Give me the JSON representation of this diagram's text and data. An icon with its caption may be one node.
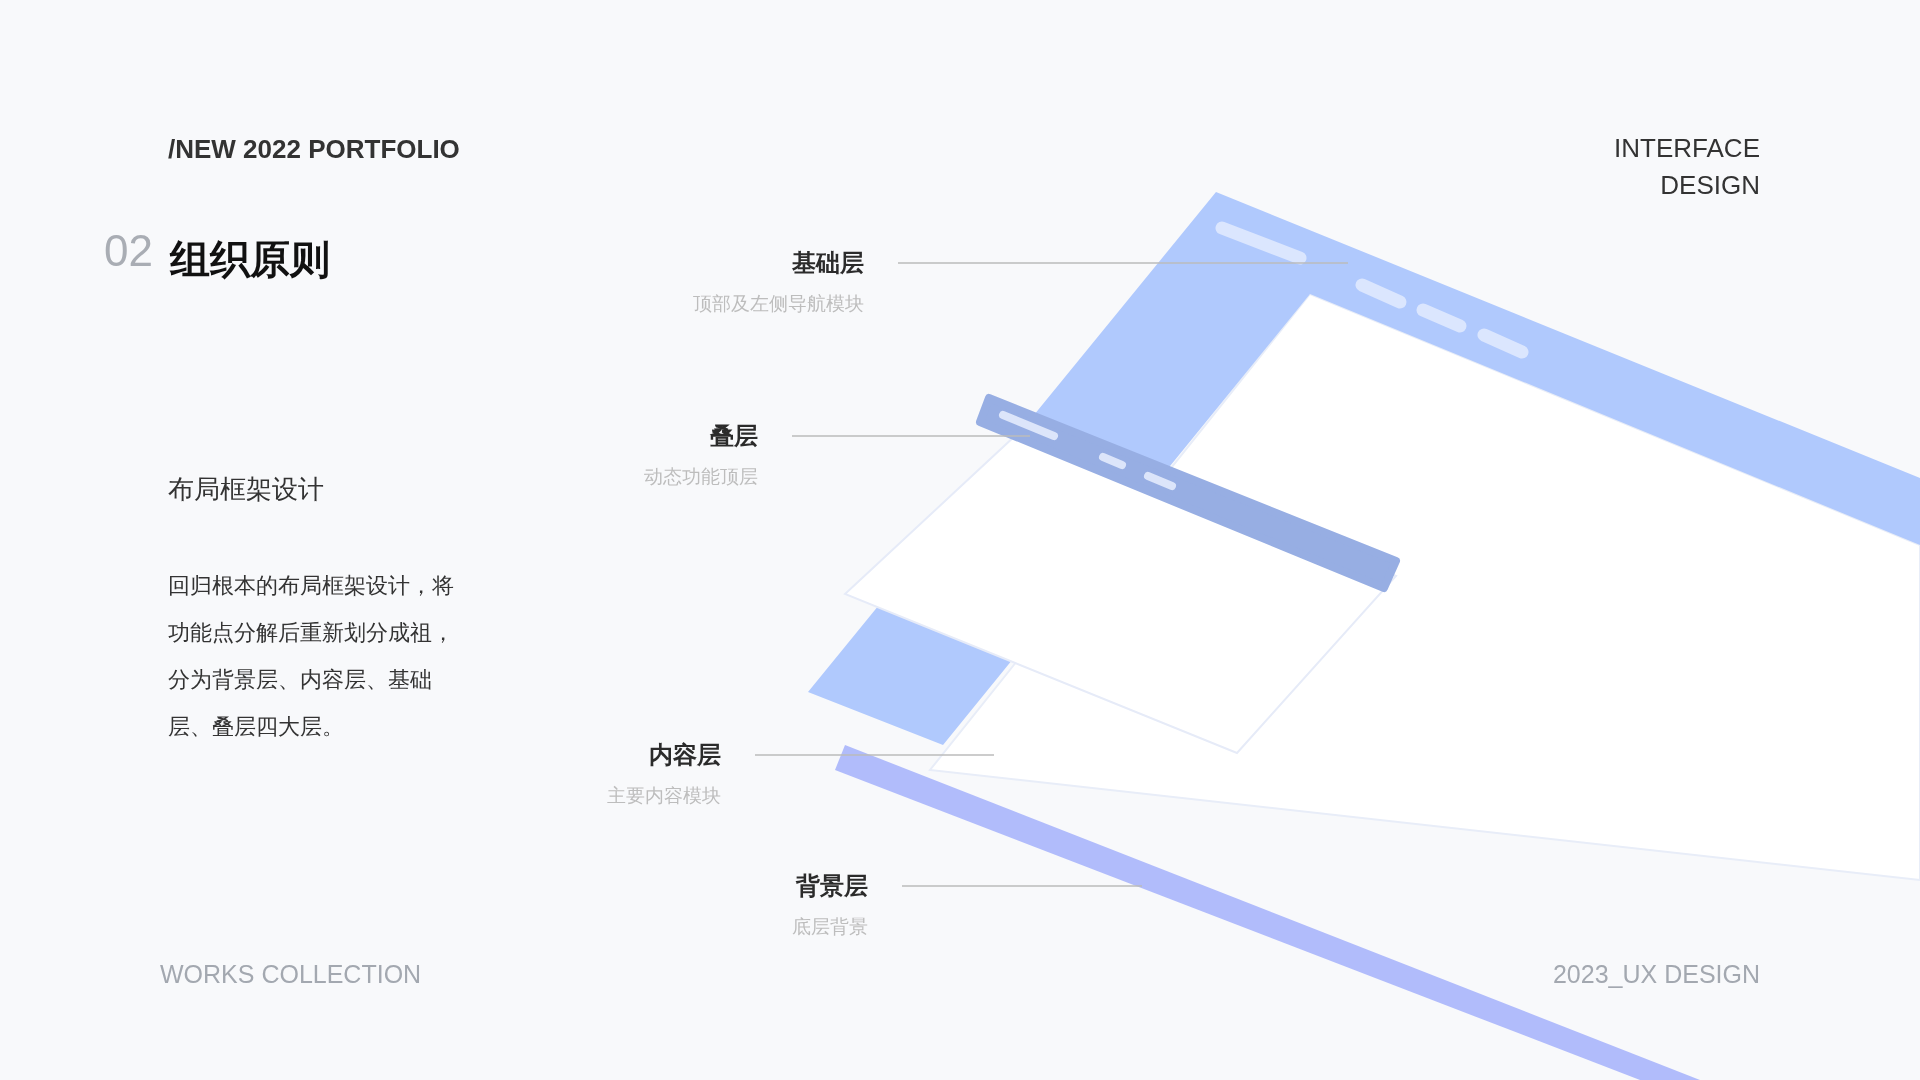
{
  "diagram": {
    "title": "组织原则",
    "nodes": [
      {
        "text": [
          "基础层",
          "顶部及左侧导航模块"
        ]
      },
      {
        "text": [
          "叠层",
          "动态功能顶层"
        ]
      },
      {
        "text": [
          "内容层",
          "主要内容模块"
        ]
      },
      {
        "text": [
          "背景层",
          "底层背景"
        ]
      },
      {
        "text": [],
        "shape": "picture"
      },
      {
        "text": [],
        "shape": "picture"
      },
      {
        "text": [],
        "shape": "picture"
      },
      {
        "text": [],
        "shape": "picture"
      }
    ],
    "edges": [
      {
        "from": 0,
        "to": 4,
        "arrow": "none"
      },
      {
        "from": 1,
        "to": 5,
        "arrow": "none"
      },
      {
        "from": 2,
        "to": 6,
        "arrow": "none"
      },
      {
        "from": 3,
        "to": 7,
        "arrow": "none"
      }
    ],
    "labels": [
      "/NEW 2022 PORTFOLIO",
      "INTERFACE DESIGN",
      "02",
      "布局框架设计",
      "回归根本的布局框架设计，将功能点分解后重新划分成祖，分为背景层、内容层、基础层、叠层四大层。",
      "WORKS COLLECTION",
      "2023_UX DESIGN"
    ]
  }
}
